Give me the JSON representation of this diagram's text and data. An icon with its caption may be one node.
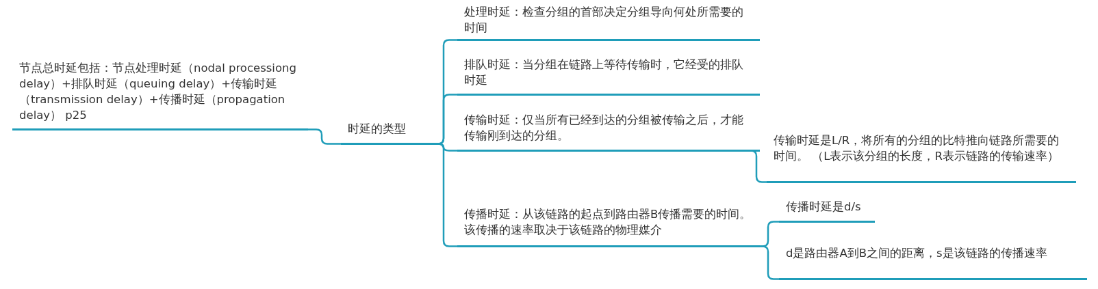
{
  "diagram": {
    "nodes": [
      {
        "text": [
          "节点总时延包括：节点处理时延（nodal processiong delay）+排队时延（queuing delay）+传输时延（transmission delay）+传播时延（propagation delay） p25"
        ]
      },
      {
        "text": [
          "时延的类型"
        ]
      },
      {
        "text": [
          "处理时延：检查分组的首部决定分组导向何处所需要的时间"
        ]
      },
      {
        "text": [
          "排队时延：当分组在链路上等待传输时，它经受的排队时延"
        ]
      },
      {
        "text": [
          "传输时延：仅当所有已经到达的分组被传输之后，才能传输刚到达的分组。"
        ]
      },
      {
        "text": [
          "传输时延是L/R，将所有的分组的比特推向链路所需要的时间。 （L表示该分组的长度，R表示链路的传输速率）"
        ]
      },
      {
        "text": [
          "传播时延：从该链路的起点到路由器B传播需要的时间。该传播的速率取决于该链路的物理媒介"
        ]
      },
      {
        "text": [
          "传播时延是d/s"
        ]
      },
      {
        "text": [
          "d是路由器A到B之间的距离，s是该链路的传播速率"
        ]
      }
    ],
    "edges": [
      {
        "from": 0,
        "to": 1,
        "arrow": "none"
      },
      {
        "from": 1,
        "to": 2,
        "arrow": "none"
      },
      {
        "from": 1,
        "to": 3,
        "arrow": "none"
      },
      {
        "from": 1,
        "to": 4,
        "arrow": "none"
      },
      {
        "from": 1,
        "to": 6,
        "arrow": "none"
      },
      {
        "from": 4,
        "to": 5,
        "arrow": "none"
      },
      {
        "from": 6,
        "to": 7,
        "arrow": "none"
      },
      {
        "from": 6,
        "to": 8,
        "arrow": "none"
      }
    ]
  }
}
